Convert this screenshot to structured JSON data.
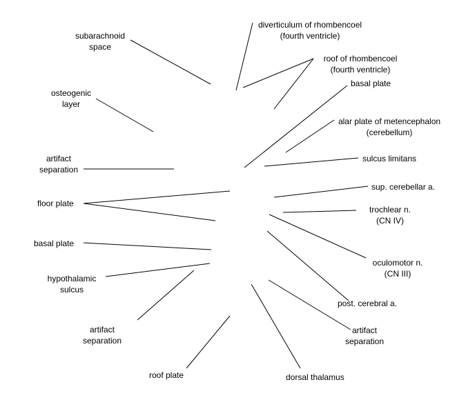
{
  "labels": {
    "subarachnoid_space": [
      "subarachnoid",
      "space"
    ],
    "osteogenic_layer": [
      "osteogenic",
      "layer"
    ],
    "artifact_separation_left": [
      "artifact",
      "separation"
    ],
    "floor_plate": [
      "floor plate"
    ],
    "basal_plate_left": [
      "basal plate"
    ],
    "hypothalamic_sulcus": [
      "hypothalamic",
      "sulcus"
    ],
    "artifact_separation_lower_left": [
      "artifact",
      "separation"
    ],
    "roof_plate": [
      "roof plate"
    ],
    "dorsal_thalamus": [
      "dorsal thalamus"
    ],
    "artifact_separation_lower_right": [
      "artifact",
      "separation"
    ],
    "post_cerebral_a": [
      "post. cerebral a."
    ],
    "oculomotor_n": [
      "oculomotor n.",
      "(CN III)"
    ],
    "trochlear_n": [
      "trochlear n.",
      "(CN IV)"
    ],
    "sup_cerebellar_a": [
      "sup. cerebellar a."
    ],
    "sulcus_limitans": [
      "sulcus limitans"
    ],
    "alar_plate_metencephalon": [
      "alar plate of metencephalon",
      "(cerebellum)"
    ],
    "basal_plate_right": [
      "basal plate"
    ],
    "roof_of_rhombencoel": [
      "roof of rhombencoel",
      "(fourth ventricle)"
    ],
    "diverticulum_of_rhombencoel": [
      "diverticulum of rhombencoel",
      "(fourth ventricle)"
    ]
  },
  "colors": {
    "line": "#000000",
    "text": "#000000",
    "background": "#ffffff"
  }
}
